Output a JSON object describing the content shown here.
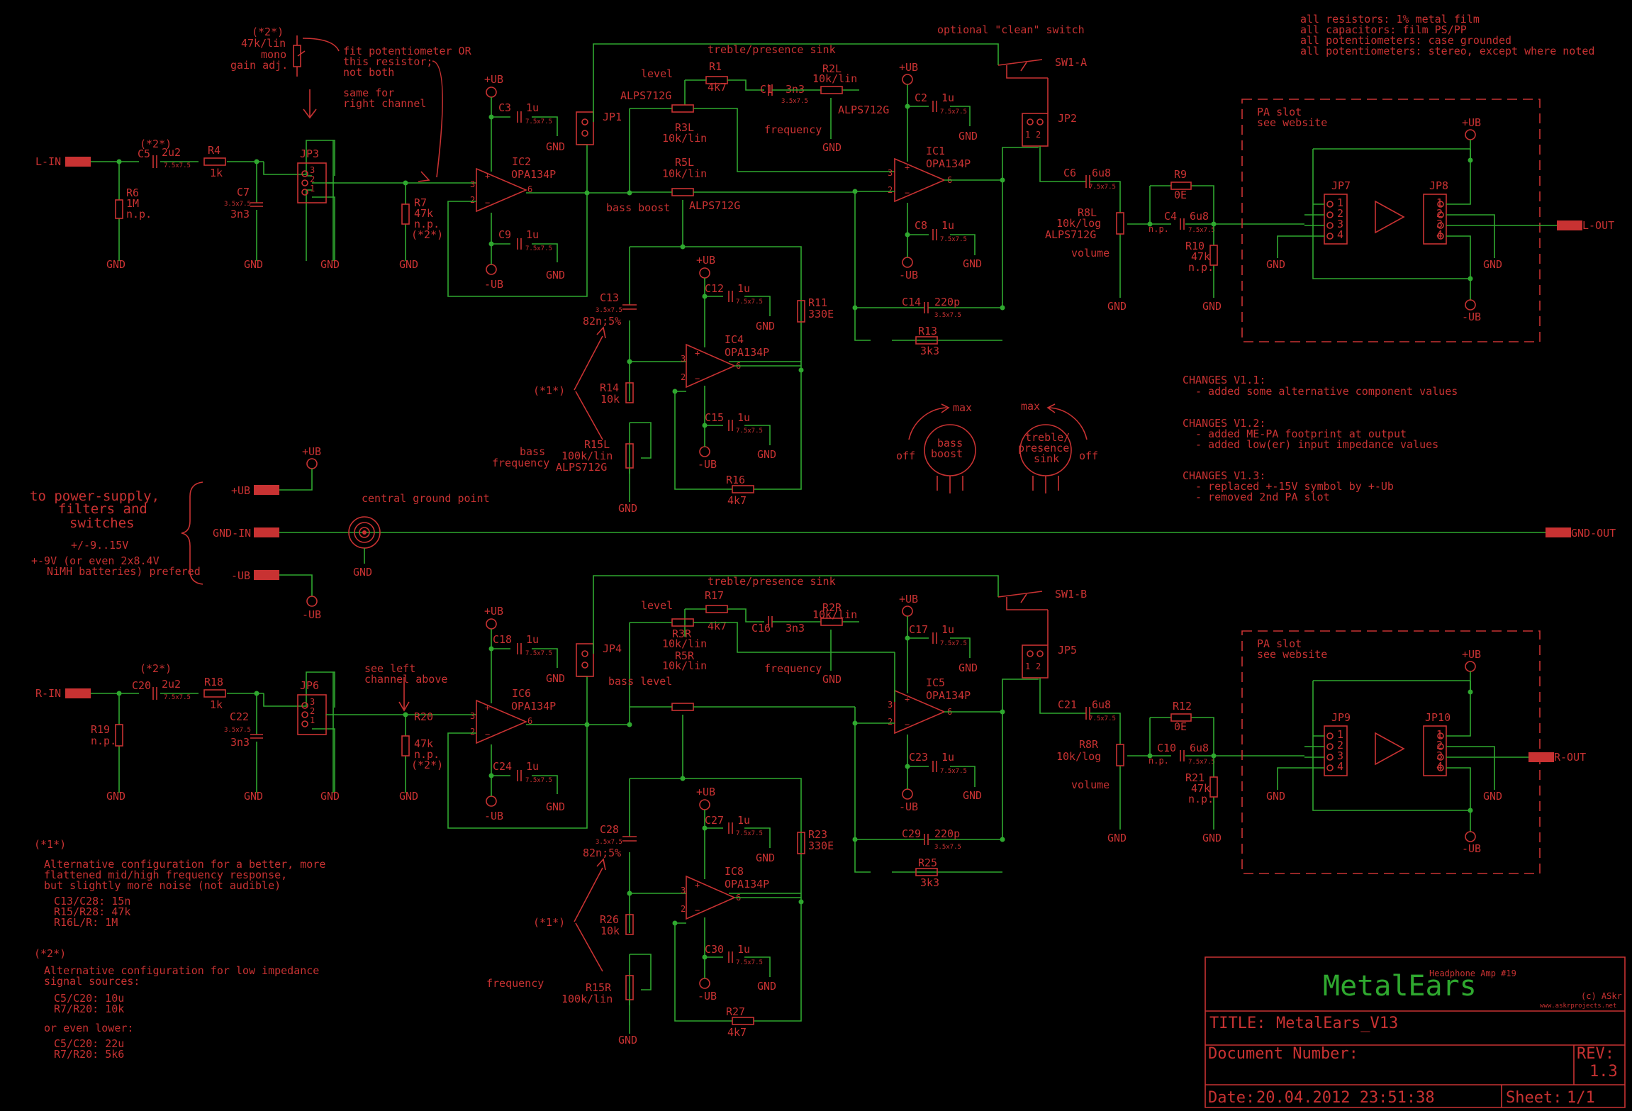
{
  "notes_top_right": [
    "all resistors: 1% metal film",
    "all capacitors: film PS/PP",
    "all potentiometers: case grounded",
    "all potentiometers: stereo, except where noted"
  ],
  "pot_note": {
    "marker": "(*2*)",
    "value": "47k/lin",
    "l1": "mono",
    "l2": "gain adj.",
    "t1": "fit potentiometer OR",
    "t2": "this resistor;",
    "t3": "not both",
    "s1": "same for",
    "s2": "right channel"
  },
  "optional_switch": "optional \"clean\" switch",
  "labels": {
    "L_IN": "L-IN",
    "R_IN": "R-IN",
    "L_OUT": "L-OUT",
    "R_OUT": "R-OUT",
    "GND": "GND",
    "GND_IN": "GND-IN",
    "GND_OUT": "GND-OUT",
    "PUB": "+UB",
    "MUB": "-UB",
    "treble_sink": "treble/presence sink",
    "level": "level",
    "frequency": "frequency",
    "bass_boost": "bass boost",
    "bass_level": "bass level",
    "volume": "volume",
    "star1": "(*1*)",
    "star2": "(*2*)",
    "see_left_1": "see left",
    "see_left_2": "channel above",
    "bass": "bass",
    "bass_frequency": "frequency",
    "pa_slot": "PA slot",
    "see_website": "see website",
    "np": "n.p.",
    "central_ground": "central ground point",
    "knob_max": "max",
    "knob_off": "off",
    "knob_bass_1": "bass",
    "knob_bass_2": "boost",
    "knob_treble_1": "treble/",
    "knob_treble_2": "presence",
    "knob_treble_3": "sink"
  },
  "power": {
    "t1": "to power-supply,",
    "t2": "filters and",
    "t3": "switches",
    "t4": "+/-9..15V",
    "t5": "+-9V (or even 2x8.4V",
    "t6": "NiMH batteries) prefered"
  },
  "comp": {
    "R1": "R1",
    "R1v": "4k7",
    "R2L": "R2L",
    "R2Lv": "10k/lin",
    "R3L": "R3L",
    "R3Lv": "10k/lin",
    "R4": "R4",
    "R4v": "1k",
    "R5L": "R5L",
    "R5Lv": "10k/lin",
    "R6": "R6",
    "R6v": "1M",
    "R7": "R7",
    "R7v": "47k",
    "R8L": "R8L",
    "R8Lv": "10k/log",
    "R9": "R9",
    "R9v": "0E",
    "R10": "R10",
    "R10v": "47k",
    "R11": "R11",
    "R11v": "330E",
    "R13": "R13",
    "R13v": "3k3",
    "R14": "R14",
    "R14v": "10k",
    "R15L": "R15L",
    "R15Lv": "100k/lin",
    "R16": "R16",
    "R16v": "4k7",
    "R17": "R17",
    "R17v": "4k7",
    "R2R": "R2R",
    "R2Rv": "10k/lin",
    "R3R": "R3R",
    "R3Rv": "10k/lin",
    "R5R": "R5R",
    "R5Rv": "10k/lin",
    "R18": "R18",
    "R18v": "1k",
    "R19": "R19",
    "R20": "R20",
    "R20v": "47k",
    "R8R": "R8R",
    "R8Rv": "10k/log",
    "R12": "R12",
    "R12v": "0E",
    "R21": "R21",
    "R21v": "47k",
    "R23": "R23",
    "R23v": "330E",
    "R25": "R25",
    "R25v": "3k3",
    "R26": "R26",
    "R26v": "10k",
    "R15R": "R15R",
    "R15Rv": "100k/lin",
    "R27": "R27",
    "R27v": "4k7",
    "C1": "C1",
    "C1v": "3n3",
    "C2": "C2",
    "C3": "C3",
    "C4": "C4",
    "C4v": "6u8",
    "C5": "C5",
    "C5v": "2u2",
    "C6": "C6",
    "C6v": "6u8",
    "C7": "C7",
    "C7v": "3n3",
    "C8": "C8",
    "C9": "C9",
    "C10": "C10",
    "C10v": "6u8",
    "C12": "C12",
    "C13": "C13",
    "C13v": "82n;5%",
    "C14": "C14",
    "C14v": "220p",
    "C15": "C15",
    "C16": "C16",
    "C16v": "3n3",
    "C17": "C17",
    "C18": "C18",
    "C20": "C20",
    "C20v": "2u2",
    "C21": "C21",
    "C21v": "6u8",
    "C22": "C22",
    "C22v": "3n3",
    "C23": "C23",
    "C24": "C24",
    "C27": "C27",
    "C28": "C28",
    "C28v": "82n;5%",
    "C29": "C29",
    "C29v": "220p",
    "C30": "C30",
    "u1": "1u",
    "IC1": "IC1",
    "IC2": "IC2",
    "IC4": "IC4",
    "IC5": "IC5",
    "IC6": "IC6",
    "IC8": "IC8",
    "OPA": "OPA134P",
    "ALPS": "ALPS712G",
    "JP1": "JP1",
    "JP2": "JP2",
    "JP3": "JP3",
    "JP4": "JP4",
    "JP5": "JP5",
    "JP6": "JP6",
    "JP7": "JP7",
    "JP8": "JP8",
    "JP9": "JP9",
    "JP10": "JP10",
    "SW1A": "SW1-A",
    "SW1B": "SW1-B",
    "cap_fp": "7.5x7.5",
    "cap_fp2": "3.5x7.5"
  },
  "changes": {
    "v11h": "CHANGES V1.1:",
    "v11a": "- added some alternative component values",
    "v12h": "CHANGES V1.2:",
    "v12a": "- added ME-PA footprint at output",
    "v12b": "- added low(er) input impedance values",
    "v13h": "CHANGES V1.3:",
    "v13a": "- replaced +-15V symbol by +-Ub",
    "v13b": "- removed 2nd PA slot"
  },
  "note1": {
    "h": "(*1*)",
    "a": "Alternative configuration for a better, more",
    "b": "flattened mid/high frequency response,",
    "c": "but slightly more noise (not audible)",
    "d": "C13/C28: 15n",
    "e": "R15/R28: 47k",
    "f": "R16L/R: 1M"
  },
  "note2": {
    "h": "(*2*)",
    "a": "Alternative configuration for low impedance",
    "b": "signal sources:",
    "c": "C5/C20: 10u",
    "d": "R7/R20: 10k",
    "e": "or even lower:",
    "f": "C5/C20: 22u",
    "g": "R7/R20: 5k6"
  },
  "titleblock": {
    "name": "MetalEars",
    "subtitle": "Headphone Amp #19",
    "copy": "(c) ASkr",
    "url": "www.askrprojects.net",
    "title_label": "TITLE:",
    "title_value": "MetalEars_V13",
    "doc_label": "Document Number:",
    "rev_label": "REV:",
    "rev_value": "1.3",
    "date_label": "Date:",
    "date_value": "20.04.2012 23:51:38",
    "sheet_label": "Sheet:",
    "sheet_value": "1/1"
  },
  "colors": {
    "wire": "#2fa82f",
    "part": "#c83232",
    "background": "#000000"
  }
}
